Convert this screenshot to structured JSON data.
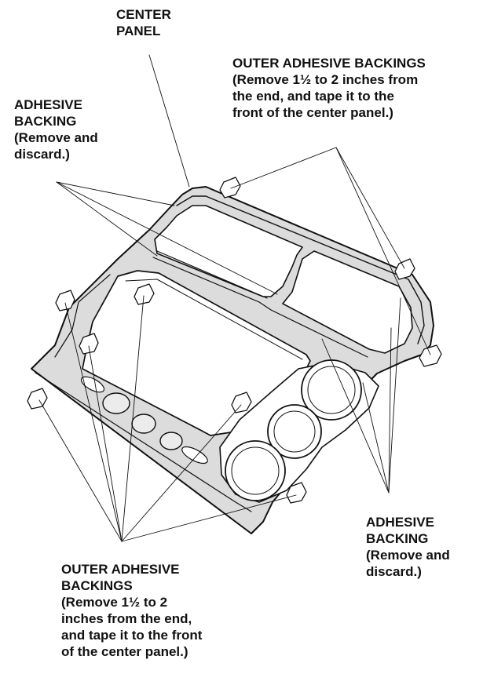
{
  "labels": {
    "center_panel": [
      "CENTER",
      "PANEL"
    ],
    "outer_top": [
      "OUTER ADHESIVE BACKINGS",
      "(Remove 1½ to 2 inches from",
      "the end, and tape it to the",
      "front of the center panel.)"
    ],
    "adhesive_left": [
      "ADHESIVE",
      "BACKING",
      "(Remove and",
      "discard.)"
    ],
    "adhesive_right": [
      "ADHESIVE",
      "BACKING",
      "(Remove and",
      "discard.)"
    ],
    "outer_bottom": [
      "OUTER ADHESIVE",
      "BACKINGS",
      "(Remove 1½ to 2",
      "inches from the end,",
      "and tape it to the front",
      "of the center panel.)"
    ]
  },
  "colors": {
    "line": "#111111",
    "panel_shade": "#dcdcdc",
    "panel_fill": "#ffffff"
  },
  "icons": [
    "adhesive-tab-icon"
  ]
}
